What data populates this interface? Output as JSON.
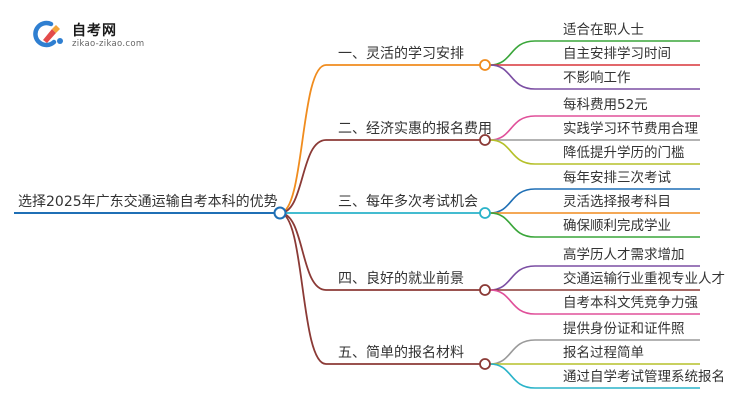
{
  "logo": {
    "title": "自考网",
    "subtitle": "zikao-zikao.com"
  },
  "mindmap": {
    "root": "选择2025年广东交通运输自考本科的优势",
    "branches": [
      {
        "label": "一、灵活的学习安排",
        "color": "#f08c1e",
        "children": [
          "适合在职人士",
          "自主安排学习时间",
          "不影响工作"
        ],
        "child_colors": [
          "#3aa63a",
          "#d9353a",
          "#7b4ea3"
        ]
      },
      {
        "label": "二、经济实惠的报名费用",
        "color": "#8b3a36",
        "children": [
          "每科费用52元",
          "实践学习环节费用合理",
          "降低提升学历的门槛"
        ],
        "child_colors": [
          "#e0509a",
          "#9a9a9a",
          "#b5c02a"
        ]
      },
      {
        "label": "三、每年多次考试机会",
        "color": "#2ab3c9",
        "children": [
          "每年安排三次考试",
          "灵活选择报考科目",
          "确保顺利完成学业"
        ],
        "child_colors": [
          "#1f6fb5",
          "#f08c1e",
          "#3aa63a"
        ]
      },
      {
        "label": "四、良好的就业前景",
        "color": "#8b3a36",
        "children": [
          "高学历人才需求增加",
          "交通运输行业重视专业人才",
          "自考本科文凭竞争力强"
        ],
        "child_colors": [
          "#7b4ea3",
          "#8b3a36",
          "#e0509a"
        ]
      },
      {
        "label": "五、简单的报名材料",
        "color": "#8b3a36",
        "children": [
          "提供身份证和证件照",
          "报名过程简单",
          "通过自学考试管理系统报名"
        ],
        "child_colors": [
          "#9a9a9a",
          "#b5c02a",
          "#2ab3c9"
        ]
      }
    ],
    "root_line_color": "#1f6fb5"
  }
}
